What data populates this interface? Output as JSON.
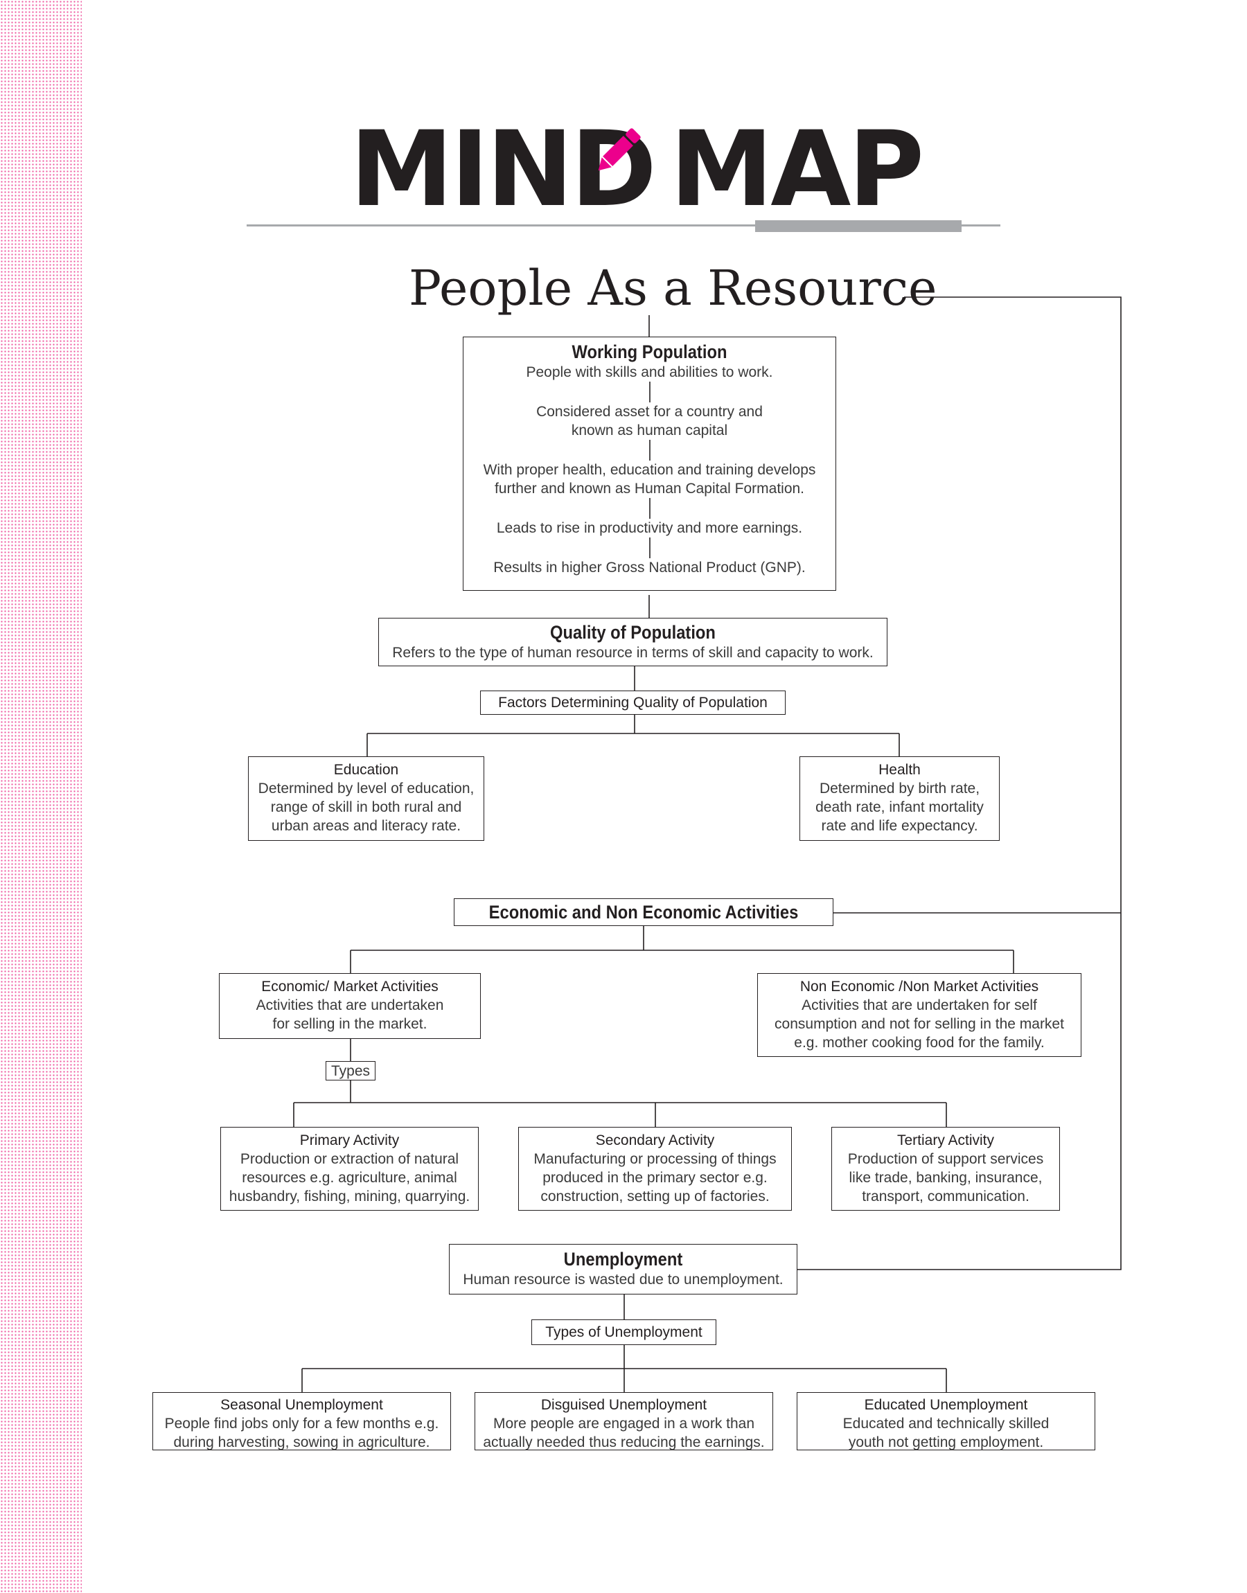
{
  "header": {
    "logo_left": "MIND",
    "logo_right": "MAP",
    "icon": "pencil-icon",
    "accent_color": "#ec008c"
  },
  "title": "People As a Resource",
  "working_population": {
    "heading": "Working Population",
    "steps": [
      "People with skills and abilities to work.",
      "Considered asset for a country and known as human capital",
      "With proper health, education and training develops further and known as Human Capital Formation.",
      "Leads to rise in productivity and more earnings.",
      "Results in higher Gross National Product (GNP)."
    ]
  },
  "quality": {
    "heading": "Quality of Population",
    "text": "Refers to the type of human resource in terms of skill and capacity to work.",
    "factors_label": "Factors Determining Quality of Population",
    "education": {
      "heading": "Education",
      "text": "Determined by level of education, range of skill in both rural and urban areas and  literacy rate."
    },
    "health": {
      "heading": "Health",
      "text": "Determined by birth rate, death rate, infant mortality rate and life expectancy."
    }
  },
  "activities": {
    "heading": "Economic and Non Economic Activities",
    "economic": {
      "heading": "Economic/ Market Activities",
      "text": "Activities that are undertaken for selling in the market."
    },
    "non_economic": {
      "heading": "Non Economic /Non Market Activities",
      "text": "Activities that are undertaken for self consumption and not for selling in the market e.g. mother cooking food for the family."
    },
    "types_label": "Types",
    "primary": {
      "heading": "Primary Activity",
      "text": "Production or extraction of natural resources e.g. agriculture, animal husbandry, fishing, mining, quarrying."
    },
    "secondary": {
      "heading": "Secondary Activity",
      "text": "Manufacturing or processing of things produced in the primary sector e.g. construction, setting up of factories."
    },
    "tertiary": {
      "heading": "Tertiary Activity",
      "text": "Production of support services like trade, banking, insurance, transport, communication."
    }
  },
  "unemployment": {
    "heading": "Unemployment",
    "text": "Human resource is wasted due to unemployment.",
    "types_label": "Types of Unemployment",
    "seasonal": {
      "heading": "Seasonal Unemployment",
      "text": "People find jobs only for a few months e.g. during harvesting, sowing in agriculture."
    },
    "disguised": {
      "heading": "Disguised Unemployment",
      "text": "More people are engaged in a work than actually needed thus reducing the earnings."
    },
    "educated": {
      "heading": "Educated Unemployment",
      "text": "Educated and technically skilled youth not getting employment."
    }
  }
}
